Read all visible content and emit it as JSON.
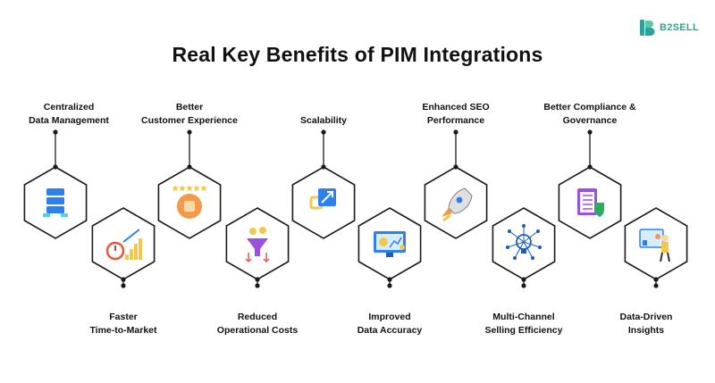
{
  "title": "Real Key Benefits of PIM Integrations",
  "logo": {
    "text": "B2SELL",
    "icon": "b2sell-logo-icon"
  },
  "colors": {
    "hex_stroke": "#1a1a1a",
    "brand": "#2aa39a",
    "accent_blue": "#2f80ed",
    "accent_orange": "#f2994a"
  },
  "benefits": [
    {
      "label": "Centralized\nData Management",
      "icon": "server-stack-icon"
    },
    {
      "label": "Faster\nTime-to-Market",
      "icon": "stopwatch-growth-icon"
    },
    {
      "label": "Better\nCustomer Experience",
      "icon": "thumbs-up-stars-icon"
    },
    {
      "label": "Reduced\nOperational Costs",
      "icon": "cost-funnel-icon"
    },
    {
      "label": "Scalability",
      "icon": "expand-arrow-icon"
    },
    {
      "label": "Improved\nData Accuracy",
      "icon": "analytics-monitor-icon"
    },
    {
      "label": "Enhanced SEO\nPerformance",
      "icon": "rocket-icon"
    },
    {
      "label": "Multi-Channel\nSelling Efficiency",
      "icon": "lightbulb-network-icon"
    },
    {
      "label": "Better Compliance &\nGovernance",
      "icon": "checklist-shield-icon"
    },
    {
      "label": "Data-Driven\nInsights",
      "icon": "presenter-dashboard-icon"
    }
  ]
}
